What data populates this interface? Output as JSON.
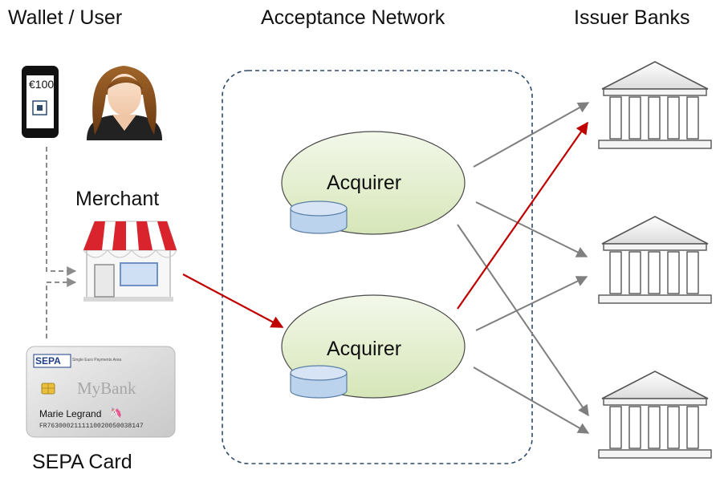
{
  "columns": {
    "wallet_user": "Wallet / User",
    "acceptance_network": "Acceptance Network",
    "issuer_banks": "Issuer Banks"
  },
  "phone": {
    "amount": "€100",
    "icon": "phone-icon"
  },
  "user": {
    "icon": "user-avatar-icon"
  },
  "merchant": {
    "label": "Merchant",
    "icon": "storefront-icon"
  },
  "acquirers": [
    {
      "label": "Acquirer"
    },
    {
      "label": "Acquirer"
    }
  ],
  "card": {
    "label": "SEPA Card",
    "brand": "SEPA",
    "brand_tagline": "Single Euro Payments Area",
    "bank_name": "MyBank",
    "holder": "Marie Legrand",
    "iban": "FR7630002111110020050038147"
  },
  "banks": [
    {
      "icon": "bank-icon"
    },
    {
      "icon": "bank-icon"
    },
    {
      "icon": "bank-icon"
    }
  ],
  "colors": {
    "payment_flow": "#c00000",
    "connections": "#7f7f7f",
    "wallet_links": "#8c8c8c",
    "network_border": "#2e4a6b",
    "acquirer_fill": "#e4efcf",
    "database_fill": "#bcd3ee"
  }
}
